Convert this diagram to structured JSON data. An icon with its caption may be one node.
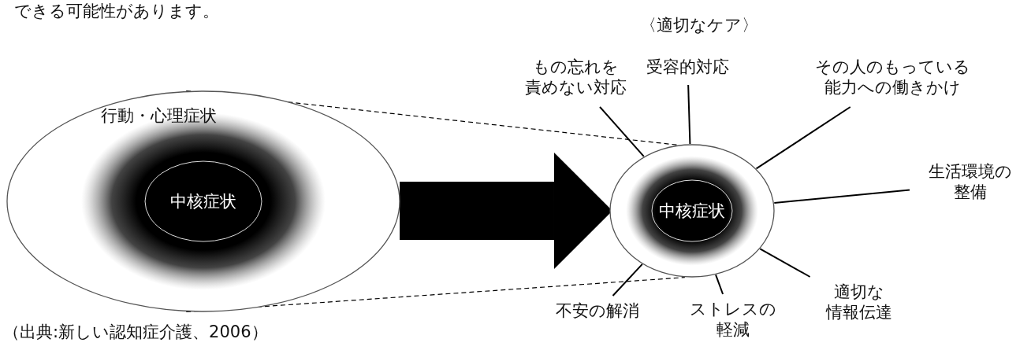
{
  "diagram": {
    "nodes": [
      {
        "text": [
          "行動・心理症状"
        ]
      },
      {
        "text": [
          "中核症状"
        ],
        "in": 0
      },
      {
        "text": [],
        "shape": "circle"
      },
      {
        "text": [
          "中核症状"
        ],
        "in": 2
      },
      {
        "text": [
          "もの忘れを責めない対応"
        ]
      },
      {
        "text": [
          "受容的対応"
        ]
      },
      {
        "text": [
          "その人のもっている能力への働きかけ"
        ]
      },
      {
        "text": [
          "生活環境の整備"
        ]
      },
      {
        "text": [
          "適切な情報伝達"
        ]
      },
      {
        "text": [
          "ストレスの軽減"
        ]
      },
      {
        "text": [
          "不安の解消"
        ]
      }
    ],
    "edges": [
      {
        "from": 0,
        "to": 2,
        "arrow": "to",
        "style": "thick"
      },
      {
        "from": 0,
        "to": 2,
        "arrow": "none",
        "style": "dashed"
      },
      {
        "from": 0,
        "to": 2,
        "arrow": "none",
        "style": "dashed"
      },
      {
        "from": 4,
        "to": 2,
        "arrow": "none"
      },
      {
        "from": 5,
        "to": 2,
        "arrow": "none"
      },
      {
        "from": 6,
        "to": 2,
        "arrow": "none"
      },
      {
        "from": 7,
        "to": 2,
        "arrow": "none"
      },
      {
        "from": 8,
        "to": 2,
        "arrow": "none"
      },
      {
        "from": 9,
        "to": 2,
        "arrow": "none"
      },
      {
        "from": 10,
        "to": 2,
        "arrow": "none"
      }
    ],
    "labels": [
      "できる可能性があります。",
      "〈適切なケア〉",
      "（出典:新しい認知症介護、2006）"
    ]
  }
}
